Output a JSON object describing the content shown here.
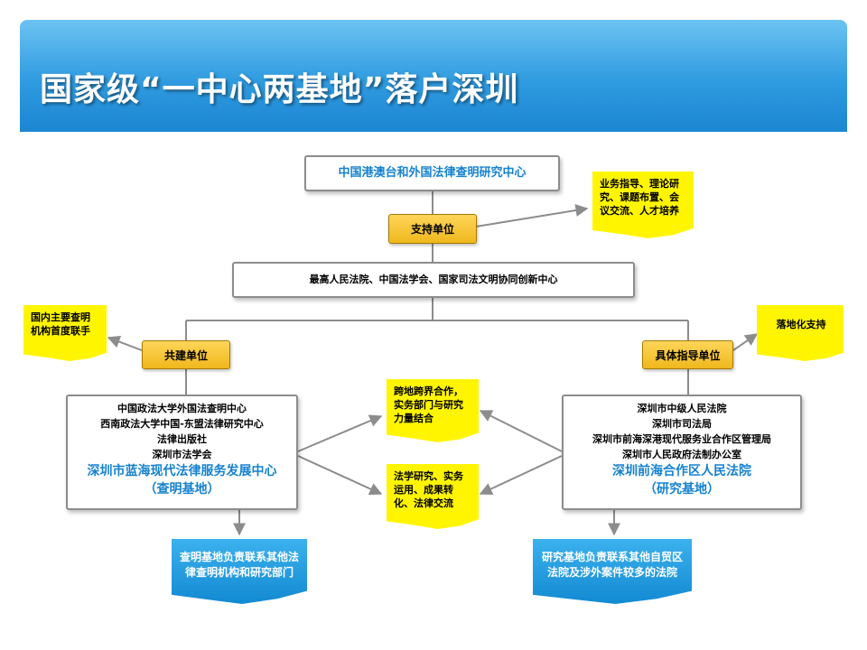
{
  "title": "国家级“一中心两基地”落户深圳",
  "center": {
    "name": "中国港澳台和外国法律查明研究中心",
    "support_label": "支持单位",
    "support_note": [
      "业务指导、理论研",
      "究、课题布置、会",
      "议交流、人才培养"
    ],
    "supporters": "最高人民法院、中国法学会、国家司法文明协同创新中心"
  },
  "left": {
    "label": "共建单位",
    "note": [
      "国内主要查明",
      "机构首度联手"
    ],
    "members": [
      "中国政法大学外国法查明中心",
      "西南政法大学中国-东盟法律研究中心",
      "法律出版社",
      "深圳市法学会"
    ],
    "base_name": "深圳市蓝海现代法律服务发展中心",
    "base_type": "（查明基地）",
    "duty": [
      "查明基地负责联系其他法",
      "律查明机构和研究部门"
    ]
  },
  "right": {
    "label": "具体指导单位",
    "note": [
      "落地化支持"
    ],
    "members": [
      "深圳市中级人民法院",
      "深圳市司法局",
      "深圳市前海深港现代服务业合作区管理局",
      "深圳市人民政府法制办公室"
    ],
    "base_name": "深圳前海合作区人民法院",
    "base_type": "（研究基地）",
    "duty": [
      "研究基地负责联系其他自贸区",
      "法院及涉外案件较多的法院"
    ]
  },
  "cooperation": {
    "top": [
      "跨地跨界合作，",
      "实务部门与研究",
      "力量结合"
    ],
    "bottom": [
      "法学研究、实务",
      "运用、成果转",
      "化、法律交流"
    ]
  },
  "colors": {
    "banner": "#2f9be0",
    "gold": "#efb81c",
    "note_yellow": "#fff500",
    "blue_doc": "#1b8fd6",
    "blue_text": "#1682d0"
  }
}
